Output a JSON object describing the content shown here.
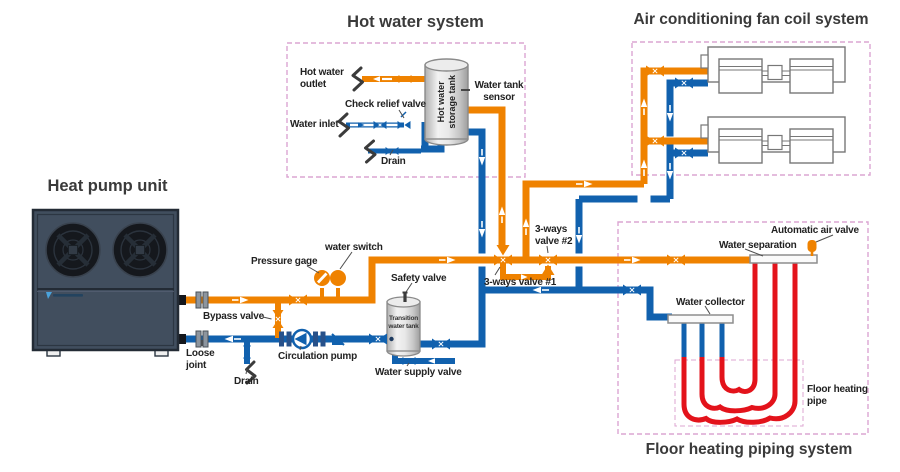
{
  "sections": {
    "heat_pump": {
      "title": "Heat pump unit",
      "labels": {
        "loose_joint": "Loose joint",
        "bypass_valve": "Bypass valve",
        "drain": "Drain",
        "circulation_pump": "Circulation pump",
        "pressure_gage": "Pressure gage",
        "water_switch": "water switch"
      }
    },
    "hot_water": {
      "title": "Hot water system",
      "labels": {
        "hot_water_outlet": "Hot water outlet",
        "check_relief_valve": "Check relief valve",
        "water_inlet": "Water inlet",
        "drain": "Drain",
        "tank_line1": "Hot water",
        "tank_line2": "storage tank",
        "water_tank_sensor": "Water tank sensor"
      }
    },
    "ac": {
      "title": "Air conditioning fan coil system"
    },
    "center": {
      "labels": {
        "safety_valve": "Safety valve",
        "transition_line1": "Transition",
        "transition_line2": "water tank",
        "water_supply_valve": "Water supply valve",
        "three_way_valve_1": "3-ways valve #1",
        "three_way_valve_2": "3-ways valve #2"
      }
    },
    "floor": {
      "title": "Floor heating piping system",
      "labels": {
        "water_separation": "Water separation",
        "water_collector": "Water collector",
        "automatic_air_valve": "Automatic air valve",
        "floor_heating_pipe": "Floor heating pipe"
      }
    }
  },
  "colors": {
    "hot_supply_pipe": "#EF8200",
    "cold_return_pipe": "#1161AE",
    "floor_heating_pipe": "#E3131B",
    "system_boundary": "#DCA6D2"
  }
}
